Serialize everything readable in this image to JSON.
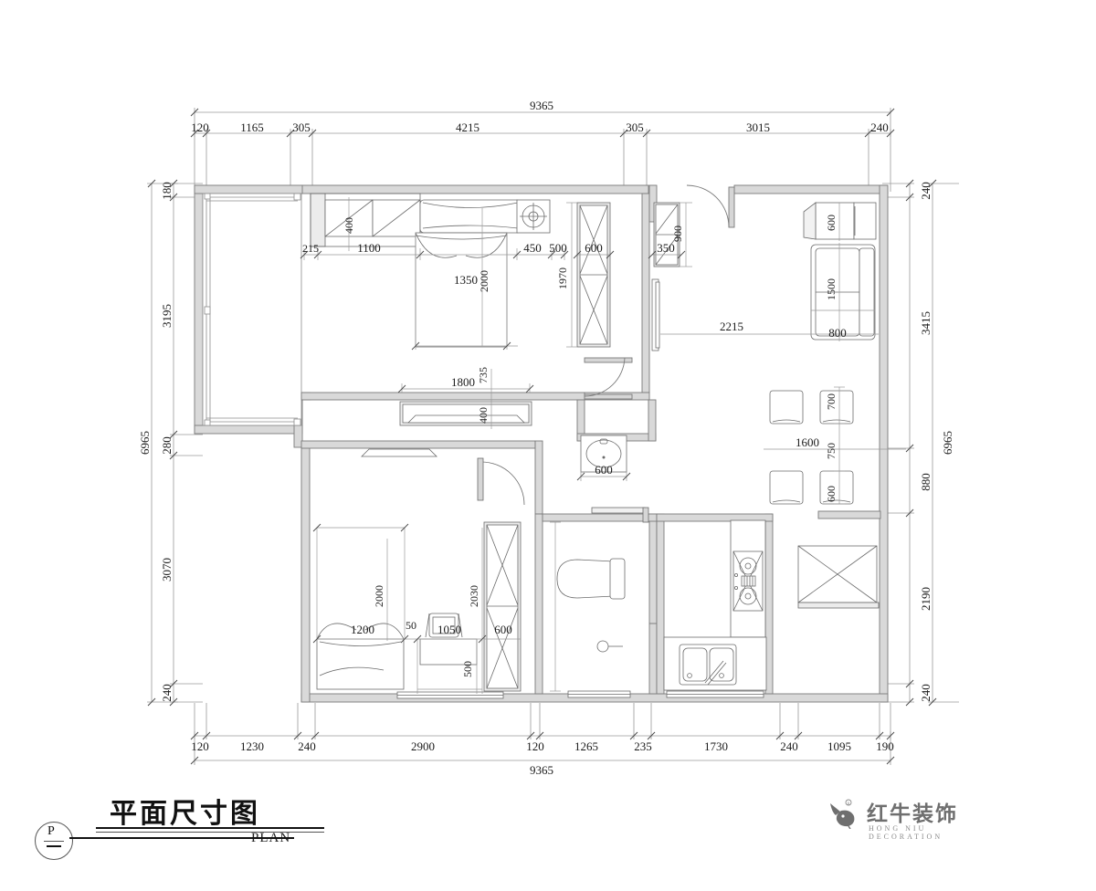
{
  "drawing": {
    "title_cn": "平面尺寸图",
    "title_en": "PLAN",
    "marker_label": "P",
    "overall_width": "9365",
    "overall_height": "6965"
  },
  "company": {
    "name_cn": "红牛装饰",
    "name_en": "HONG NIU DECORATION"
  },
  "dimensions": {
    "top_chain": [
      "120",
      "1165",
      "305",
      "4215",
      "305",
      "3015",
      "240"
    ],
    "top_total": "9365",
    "bottom_chain": [
      "120",
      "1230",
      "240",
      "2900",
      "120",
      "1265",
      "235",
      "1730",
      "240",
      "1095",
      "190"
    ],
    "bottom_total": "9365",
    "left_chain": [
      "180",
      "3195",
      "280",
      "3070",
      "240"
    ],
    "left_total": "6965",
    "right_chain": [
      "240",
      "3415",
      "880",
      "2190",
      "240"
    ],
    "right_total": "6965"
  },
  "interior_labels": {
    "master_wardrobe_depth": "400",
    "master_wardrobe_offset": "215",
    "master_wardrobe_width": "1100",
    "master_bed_width": "1350",
    "master_bed_length": "2000",
    "nightstand_gap": "450",
    "cabinet_gap": "500",
    "cabinet_width": "600",
    "cabinet_height": "1970",
    "shoe_cabinet_width": "350",
    "shoe_cabinet_height": "900",
    "living_width": "2215",
    "tv_cabinet_width": "1800",
    "tv_cabinet_depth": "400",
    "tv_offset": "735",
    "sideboard_depth": "600",
    "sofa_length": "1500",
    "sofa_depth": "800",
    "chair_a": "700",
    "chair_pitch": "750",
    "chair_b": "600",
    "dining_table_length": "1600",
    "washbasin_width": "600",
    "bed2_width": "1200",
    "bed2_length": "2000",
    "desk_gap": "50",
    "desk_width": "1050",
    "desk_depth": "500",
    "wardrobe2_height": "2030",
    "wardrobe2_width": "600"
  },
  "colors": {
    "line": "#5a5a5a",
    "wall": "#9a9a9a",
    "wall_fill": "#d8d8d8",
    "text": "#111111",
    "dim": "#8c8c8c"
  }
}
